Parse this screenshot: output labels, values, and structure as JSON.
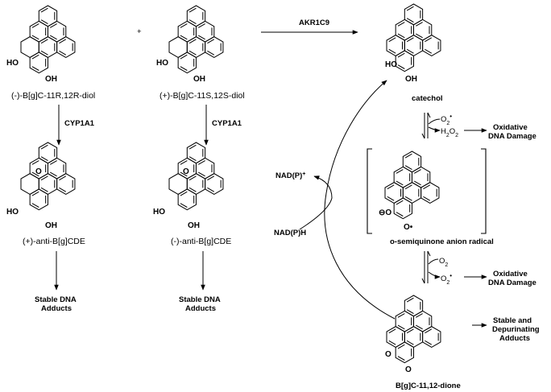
{
  "compounds": {
    "diol_r": "(-)-B[g]C-11R,12R-diol",
    "diol_s": "(+)-B[g]C-11S,12S-diol",
    "cde_plus": "(+)-anti-B[g]CDE",
    "cde_minus": "(-)-anti-B[g]CDE",
    "catechol": "catechol",
    "radical": "o-semiquinone anion radical",
    "dione": "B[g]C-11,12-dione"
  },
  "plus_sign": "+",
  "enzymes": {
    "akr": "AKR1C9",
    "cyp_left": "CYP1A1",
    "cyp_right": "CYP1A1"
  },
  "cofactors": {
    "oxidized": "NAD(P)+",
    "reduced": "NAD(P)H"
  },
  "species": {
    "o2_radical_top": "O2•",
    "h2o2": "H2O2",
    "o2": "O2",
    "o2_radical_bottom": "O2•"
  },
  "outcomes": {
    "stable_adducts_left": [
      "Stable  DNA",
      "Adducts"
    ],
    "stable_adducts_right": [
      "Stable  DNA",
      "Adducts"
    ],
    "oxidative_1": [
      "Oxidative",
      "DNA Damage"
    ],
    "oxidative_2": [
      "Oxidative",
      "DNA Damage"
    ],
    "depurinating": [
      "Stable  and",
      "Depurinating",
      "Adducts"
    ]
  },
  "atoms": {
    "ho": "HO",
    "oh": "OH",
    "o": "O",
    "o_radical": "O•",
    "o_anion": "⊖O"
  }
}
